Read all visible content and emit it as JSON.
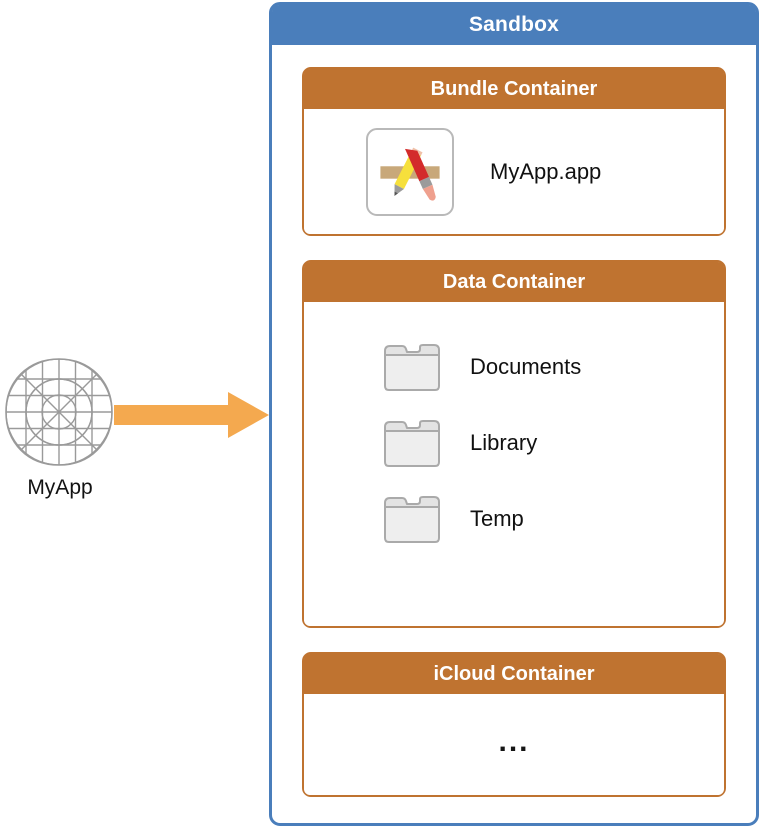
{
  "source": {
    "icon_name": "app-icon-grid-template",
    "label": "MyApp"
  },
  "arrow": {
    "icon_name": "right-arrow",
    "color": "#f2a council"
  },
  "sandbox": {
    "title": "Sandbox",
    "header_color": "#4a7ebb",
    "border_color": "#4a7ebb",
    "containers": [
      {
        "title": "Bundle Container",
        "header_color": "#bf7330",
        "item_icon": "xcode-app-icon",
        "item_label": "MyApp.app"
      },
      {
        "title": "Data Container",
        "header_color": "#bf7330",
        "folders": [
          {
            "icon": "folder-icon",
            "label": "Documents"
          },
          {
            "icon": "folder-icon",
            "label": "Library"
          },
          {
            "icon": "folder-icon",
            "label": "Temp"
          }
        ]
      },
      {
        "title": "iCloud Container",
        "header_color": "#bf7330",
        "placeholder": "..."
      }
    ]
  }
}
